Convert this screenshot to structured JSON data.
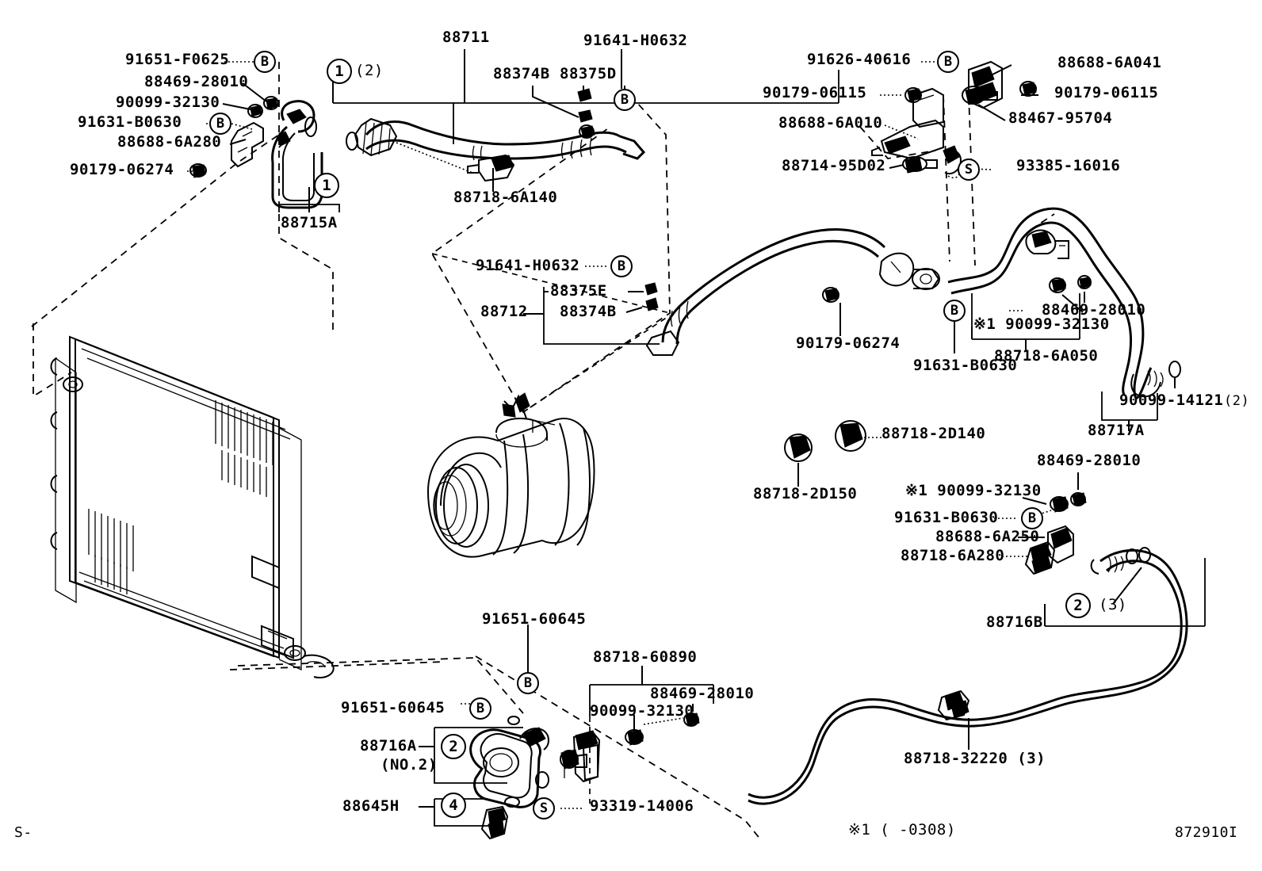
{
  "diagram": {
    "title": "Toyota A/C Piping Parts Diagram",
    "footer_left": "S-",
    "footer_note": "※1 (    -0308)",
    "footer_code": "872910I"
  },
  "callouts": {
    "top_left": [
      {
        "id": "p1",
        "text": "91651-F0625",
        "marker": "B"
      },
      {
        "id": "p2",
        "text": "88469-28010",
        "marker": ""
      },
      {
        "id": "p3",
        "text": "90099-32130",
        "marker": ""
      },
      {
        "id": "p4",
        "text": "91631-B0630",
        "marker": "B"
      },
      {
        "id": "p5",
        "text": "88688-6A280",
        "marker": ""
      },
      {
        "id": "p6",
        "text": "90179-06274",
        "marker": ""
      },
      {
        "id": "p7",
        "text": "88715A",
        "marker": ""
      }
    ],
    "top_center": [
      {
        "id": "c1",
        "text": "88711",
        "marker": ""
      },
      {
        "id": "c2",
        "text": "88374B",
        "marker": ""
      },
      {
        "id": "c3",
        "text": "88375D",
        "marker": ""
      },
      {
        "id": "c4",
        "text": "91641-H0632",
        "marker": "B"
      },
      {
        "id": "c5",
        "text": "88718-6A140",
        "marker": ""
      },
      {
        "id": "c6",
        "text": "(2)",
        "marker": "1"
      }
    ],
    "top_right": [
      {
        "id": "r1",
        "text": "91626-40616",
        "marker": "B"
      },
      {
        "id": "r2",
        "text": "90179-06115",
        "marker": ""
      },
      {
        "id": "r3",
        "text": "88688-6A010",
        "marker": ""
      },
      {
        "id": "r4",
        "text": "88714-95D02",
        "marker": ""
      },
      {
        "id": "r5",
        "text": "88688-6A041",
        "marker": ""
      },
      {
        "id": "r6",
        "text": "90179-06115",
        "marker": ""
      },
      {
        "id": "r7",
        "text": "88467-95704",
        "marker": ""
      },
      {
        "id": "r8",
        "text": "93385-16016",
        "marker": "S"
      }
    ],
    "mid_left": [
      {
        "id": "m1",
        "text": "91641-H0632",
        "marker": "B"
      },
      {
        "id": "m2",
        "text": "88375E",
        "marker": ""
      },
      {
        "id": "m3",
        "text": "88374B",
        "marker": ""
      },
      {
        "id": "m4",
        "text": "88712",
        "marker": ""
      }
    ],
    "mid_right": [
      {
        "id": "n1",
        "text": "90179-06274",
        "marker": ""
      },
      {
        "id": "n2",
        "text": "91631-B0630",
        "marker": "B"
      },
      {
        "id": "n3",
        "text": "※1 90099-32130",
        "marker": ""
      },
      {
        "id": "n4",
        "text": "88469-28010",
        "marker": ""
      },
      {
        "id": "n5",
        "text": "88718-6A050",
        "marker": ""
      },
      {
        "id": "n6",
        "text": "90099-14121",
        "marker": ""
      },
      {
        "id": "n7",
        "text": "(2)",
        "marker": ""
      },
      {
        "id": "n8",
        "text": "88717A",
        "marker": ""
      }
    ],
    "lower_center": [
      {
        "id": "q1",
        "text": "88718-2D140",
        "marker": ""
      },
      {
        "id": "q2",
        "text": "88718-2D150",
        "marker": ""
      },
      {
        "id": "q3",
        "text": "88469-28010",
        "marker": ""
      },
      {
        "id": "q4",
        "text": "※1 90099-32130",
        "marker": ""
      },
      {
        "id": "q5",
        "text": "91631-B0630",
        "marker": "B"
      },
      {
        "id": "q6",
        "text": "88688-6A250",
        "marker": ""
      },
      {
        "id": "q7",
        "text": "88718-6A280",
        "marker": ""
      },
      {
        "id": "q8",
        "text": "88716B",
        "marker": ""
      },
      {
        "id": "q9",
        "text": "(3)",
        "marker": "2"
      }
    ],
    "bottom": [
      {
        "id": "b1",
        "text": "91651-60645",
        "marker": "B"
      },
      {
        "id": "b2",
        "text": "88718-60890",
        "marker": ""
      },
      {
        "id": "b3",
        "text": "88469-28010",
        "marker": ""
      },
      {
        "id": "b4",
        "text": "90099-32130",
        "marker": ""
      },
      {
        "id": "b5",
        "text": "91651-60645",
        "marker": "B"
      },
      {
        "id": "b6",
        "text": "88716A",
        "marker": "2"
      },
      {
        "id": "b7",
        "text": "(NO.2)",
        "marker": ""
      },
      {
        "id": "b8",
        "text": "88645H",
        "marker": "4"
      },
      {
        "id": "b9",
        "text": "93319-14006",
        "marker": "S"
      },
      {
        "id": "b10",
        "text": "88718-32220 (3)",
        "marker": ""
      }
    ]
  },
  "markers": {
    "b_badge": "B",
    "s_badge": "S",
    "one": "1",
    "two": "2",
    "three": "3",
    "four": "4"
  }
}
